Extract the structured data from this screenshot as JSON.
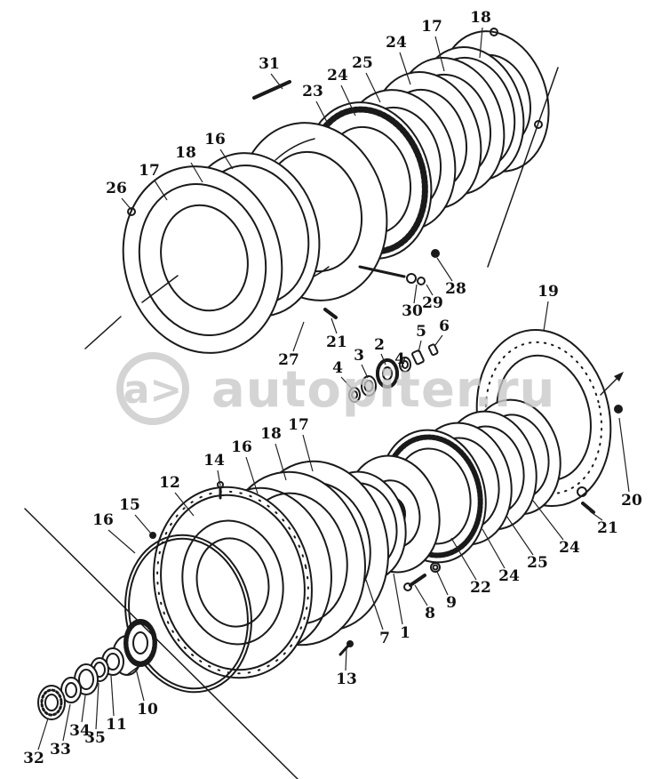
{
  "page": {
    "background": "#ffffff",
    "line_color": "#1a1a1a"
  },
  "watermark": {
    "logo": "a>",
    "text": "autopiter.ru",
    "color": "#c8c8c8"
  },
  "labels": [
    {
      "text": "31"
    },
    {
      "text": "23"
    },
    {
      "text": "24"
    },
    {
      "text": "25"
    },
    {
      "text": "24"
    },
    {
      "text": "17"
    },
    {
      "text": "18"
    },
    {
      "text": "26"
    },
    {
      "text": "17"
    },
    {
      "text": "18"
    },
    {
      "text": "16"
    },
    {
      "text": "27"
    },
    {
      "text": "21"
    },
    {
      "text": "30"
    },
    {
      "text": "29"
    },
    {
      "text": "28"
    },
    {
      "text": "2"
    },
    {
      "text": "3"
    },
    {
      "text": "4"
    },
    {
      "text": "4"
    },
    {
      "text": "5"
    },
    {
      "text": "6"
    },
    {
      "text": "19"
    },
    {
      "text": "20"
    },
    {
      "text": "21"
    },
    {
      "text": "12"
    },
    {
      "text": "14"
    },
    {
      "text": "16"
    },
    {
      "text": "18"
    },
    {
      "text": "17"
    },
    {
      "text": "15"
    },
    {
      "text": "16"
    },
    {
      "text": "22"
    },
    {
      "text": "24"
    },
    {
      "text": "25"
    },
    {
      "text": "24"
    },
    {
      "text": "7"
    },
    {
      "text": "1"
    },
    {
      "text": "8"
    },
    {
      "text": "9"
    },
    {
      "text": "13"
    },
    {
      "text": "10"
    },
    {
      "text": "11"
    },
    {
      "text": "35"
    },
    {
      "text": "34"
    },
    {
      "text": "33"
    },
    {
      "text": "32"
    }
  ]
}
